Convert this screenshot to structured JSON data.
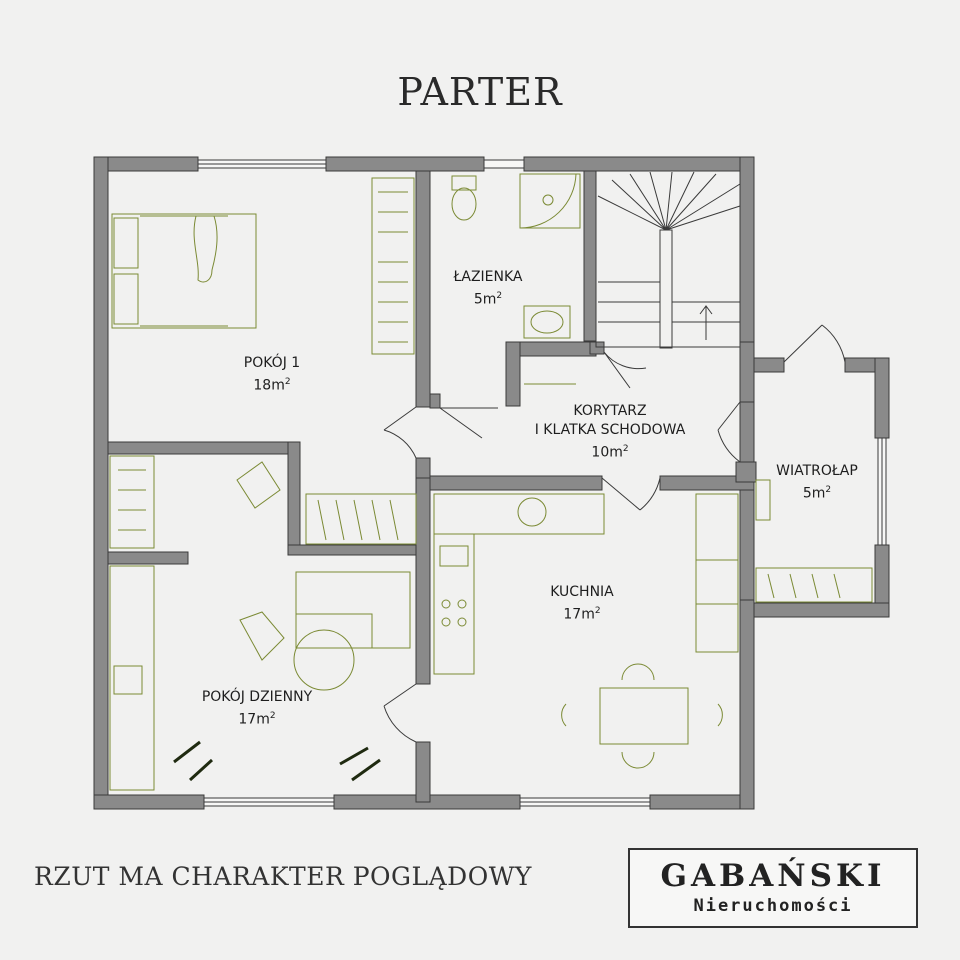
{
  "title": "PARTER",
  "rooms": [
    {
      "name": "POKÓJ 1",
      "area": "18m",
      "unit_sup": "2"
    },
    {
      "name": "ŁAZIENKA",
      "area": "5m",
      "unit_sup": "2"
    },
    {
      "name": "KORYTARZ",
      "name2": "I KLATKA SCHODOWA",
      "area": "10m",
      "unit_sup": "2"
    },
    {
      "name": "WIATROŁAP",
      "area": "5m",
      "unit_sup": "2"
    },
    {
      "name": "KUCHNIA",
      "area": "17m",
      "unit_sup": "2"
    },
    {
      "name": "POKÓJ DZIENNY",
      "area": "17m",
      "unit_sup": "2"
    }
  ],
  "disclaimer": "RZUT MA CHARAKTER POGLĄDOWY",
  "logo": {
    "brand": "GABAŃSKI",
    "subtitle": "Nieruchomości"
  },
  "colors": {
    "wall": "#8a8a8a",
    "wall_stroke": "#3a3a3a",
    "furniture": "#7b8a34",
    "background": "#f1f1f0"
  }
}
